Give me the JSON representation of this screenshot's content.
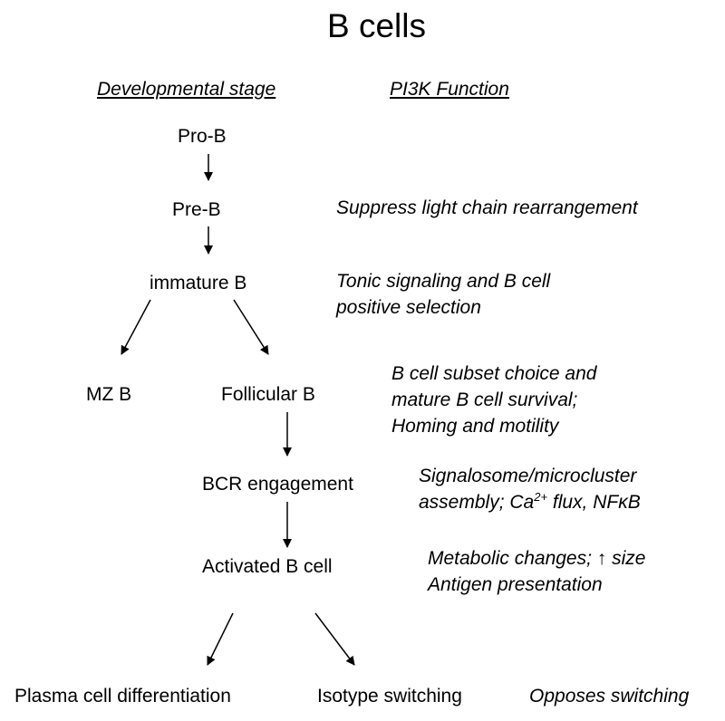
{
  "title": "B cells",
  "headers": {
    "stage": "Developmental stage",
    "function": "PI3K Function"
  },
  "stages": {
    "pro_b": "Pro-B",
    "pre_b": "Pre-B",
    "immature_b": "immature B",
    "mz_b": "MZ B",
    "follicular_b": "Follicular B",
    "bcr_engagement": "BCR engagement",
    "activated_b": "Activated B cell",
    "plasma_cell": "Plasma cell differentiation",
    "isotype_switching": "Isotype switching"
  },
  "functions": {
    "pre_b": "Suppress light chain rearrangement",
    "immature_b": [
      "Tonic signaling and B cell",
      "positive selection"
    ],
    "follicular": [
      "B cell subset choice and",
      "mature B cell survival;",
      "Homing and motility"
    ],
    "bcr": {
      "line1": "Signalosome/microcluster",
      "line2_prefix": "assembly; Ca",
      "line2_sup": "2+",
      "line2_suffix": " flux, NF",
      "line2_kappa": "κ",
      "line2_end": "B"
    },
    "activated": {
      "line1_prefix": "Metabolic changes; ",
      "line1_arrow": "↑",
      "line1_suffix": " size",
      "line2": "Antigen presentation"
    },
    "switching": "Opposes switching"
  },
  "colors": {
    "text": "#000000",
    "background": "#ffffff"
  }
}
